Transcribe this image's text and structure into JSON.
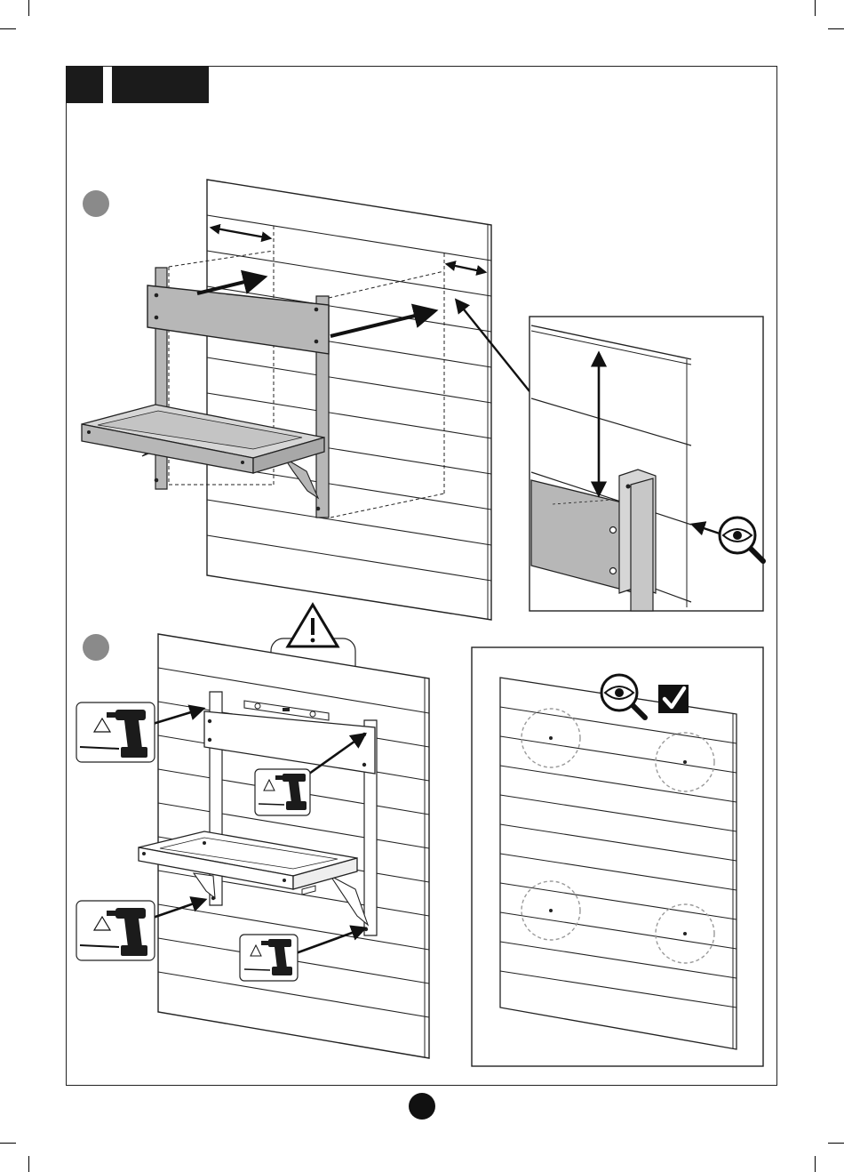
{
  "document": {
    "type": "assembly-instructions",
    "text": []
  },
  "colors": {
    "ink": "#1b1b1b",
    "board_gray": "#b7b7b7",
    "step_badge": "#8a8a8a",
    "dashed_circle": "#9a9a9a"
  },
  "steps": [
    {
      "badge": "step-1-badge",
      "icons": [
        "arrow-icon",
        "magnifier-eye-icon"
      ]
    },
    {
      "badge": "step-2-badge",
      "icons": [
        "warning-icon",
        "drill-icon",
        "spirit-level-icon",
        "magnifier-eye-icon",
        "checkmark-icon"
      ]
    }
  ]
}
